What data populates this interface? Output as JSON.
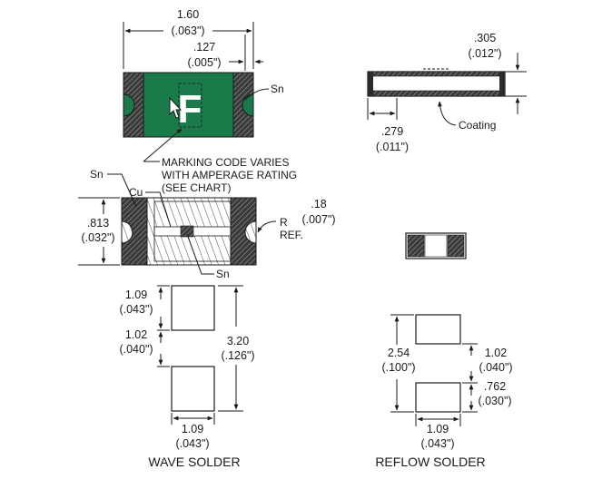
{
  "colors": {
    "body_green": "#1b7a49",
    "ink": "#1a1a1a",
    "end_cap": "#2b2b2b"
  },
  "top_view": {
    "width_mm": "1.60",
    "width_in": "(.063\")",
    "gap_mm": ".127",
    "gap_in": "(.005\")",
    "marking_letter": "F",
    "sn_label": "Sn",
    "marking_note": [
      "MARKING CODE VARIES",
      "WITH AMPERAGE RATING",
      "(SEE CHART)"
    ]
  },
  "side_view": {
    "thickness_mm": ".305",
    "thickness_in": "(.012\")",
    "end_mm": ".279",
    "end_in": "(.011\")",
    "coating_label": "Coating"
  },
  "section_view": {
    "sn_left_label": "Sn",
    "cu_label": "Cu",
    "sn_bottom_label": "Sn",
    "height_mm": ".813",
    "height_in": "(.032\")",
    "radius_mm": ".18",
    "radius_in": "(.007\")",
    "radius_prefix": "R",
    "ref_label": "REF."
  },
  "wave_solder": {
    "pad_h_mm": "1.09",
    "pad_h_in": "(.043\")",
    "gap_mm": "1.02",
    "gap_in": "(.040\")",
    "total_mm": "3.20",
    "total_in": "(.126\")",
    "pad_w_mm": "1.09",
    "pad_w_in": "(.043\")",
    "caption": "WAVE SOLDER"
  },
  "reflow_solder": {
    "total_mm": "2.54",
    "total_in": "(.100\")",
    "pad_h_mm": "1.02",
    "pad_h_in": "(.040\")",
    "gap_mm": ".762",
    "gap_in": "(.030\")",
    "pad_w_mm": "1.09",
    "pad_w_in": "(.043\")",
    "caption": "REFLOW SOLDER"
  }
}
